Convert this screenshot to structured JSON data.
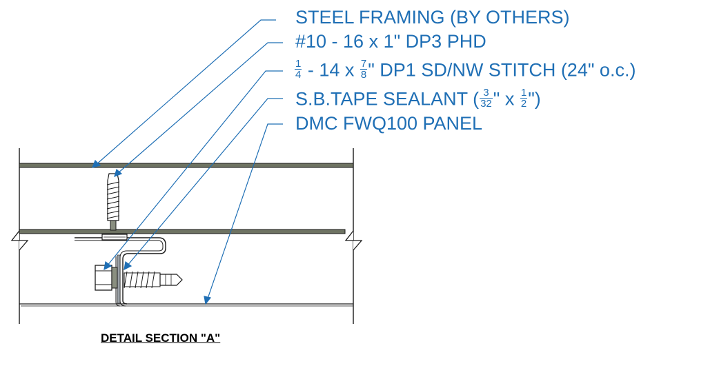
{
  "labels": {
    "framing": "STEEL FRAMING (BY OTHERS)",
    "fastener": "#10 - 16 x 1\" DP3 PHD",
    "stitch": {
      "frac1_num": "1",
      "frac1_den": "4",
      "mid": " - 14 x ",
      "frac2_num": "7",
      "frac2_den": "8",
      "rest": "\" DP1 SD/NW STITCH  (24\" o.c.)"
    },
    "sealant": {
      "pre": "S.B.TAPE SEALANT (",
      "frac1_num": "3",
      "frac1_den": "32",
      "mid": "\" x ",
      "frac2_num": "1",
      "frac2_den": "2",
      "post": "\")"
    },
    "panel": "DMC FWQ100 PANEL"
  },
  "title": "DETAIL SECTION \"A\"",
  "colors": {
    "leader": "#1f6fb5",
    "framing_fill": "#6e7362",
    "line": "#1a1a1a"
  }
}
